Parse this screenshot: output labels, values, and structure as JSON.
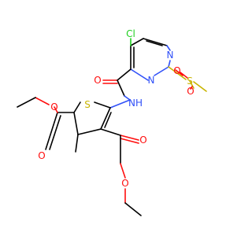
{
  "colors": {
    "C": "#000000",
    "O": "#ff0d0d",
    "N": "#3050f8",
    "S": "#c8b400",
    "Cl": "#1fcf1f"
  },
  "labels": {
    "cl": "Cl",
    "n_pyrim_top": "N",
    "n_pyrim_bottom": "N",
    "s_sulfonyl": "S",
    "o_sulfonyl_top": "O",
    "o_sulfonyl_bottom": "O",
    "o_amide": "O",
    "nh_amide": "NH",
    "s_thiophene": "S",
    "o_ester_left_carbonyl": "O",
    "o_ester_left_ether": "O",
    "o_ester_right_carbonyl": "O",
    "o_ester_right_ether": "O"
  }
}
